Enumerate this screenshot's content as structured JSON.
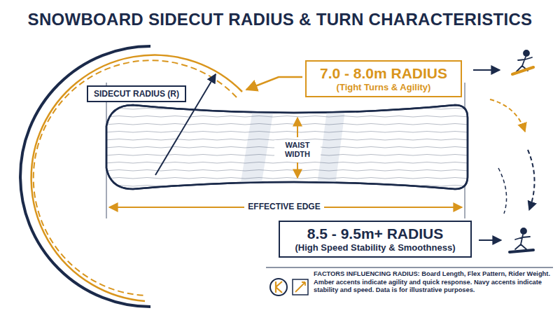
{
  "diagram": {
    "title": "SNOWBOARD SIDECUT RADIUS & TURN CHARACTERISTICS",
    "caption": "FACTORS INFLUENCING RADIUS: Board Length, Flex Pattern, Rider Weight. Amber accents indicate agility and quick response. Navy accents indicate stability and speed. Data is for illustrative purposes.",
    "nodes": [
      {
        "text": [
          "SIDECUT RADIUS (R)"
        ]
      },
      {
        "text": [
          "7.0 - 8.0m RADIUS",
          "(Tight Turns & Agility)"
        ]
      },
      {
        "text": [
          "8.5 - 9.5m+ RADIUS",
          "(High Speed Stability & Smoothness)"
        ]
      }
    ],
    "labels": [
      "WAIST WIDTH",
      "EFFECTIVE EDGE"
    ]
  }
}
